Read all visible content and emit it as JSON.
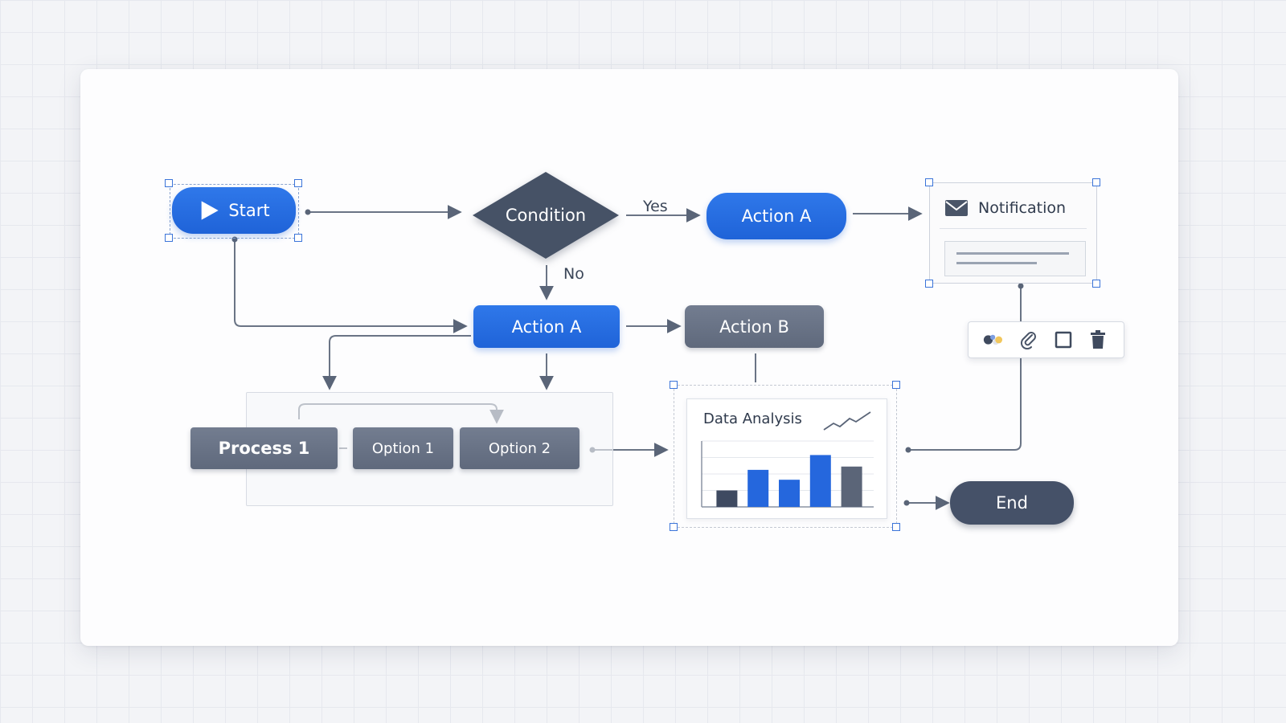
{
  "nodes": {
    "start": "Start",
    "condition": "Condition",
    "action_a_top": "Action A",
    "action_a_mid": "Action A",
    "action_b": "Action B",
    "process_1": "Process 1",
    "option_1": "Option 1",
    "option_2": "Option 2",
    "end": "End"
  },
  "edges": {
    "yes": "Yes",
    "no": "No"
  },
  "notification": {
    "title": "Notification",
    "icon": "envelope-icon"
  },
  "chart": {
    "title": "Data Analysis",
    "chart_data": {
      "type": "bar",
      "values": [
        2,
        4.5,
        3.3,
        6.3,
        4.9
      ],
      "ylim": [
        0,
        8
      ],
      "colors": [
        "#3e4a61",
        "#2567dd",
        "#2567dd",
        "#2567dd",
        "#5b6578"
      ],
      "grid": true,
      "trend_icon": "trend-line-icon"
    }
  },
  "toolbar": {
    "icons": [
      "color-palette-icon",
      "attachment-icon",
      "square-icon",
      "trash-icon"
    ]
  },
  "colors": {
    "accent": "#1f63d8",
    "slate": "#5f697c",
    "dark": "#455168"
  }
}
